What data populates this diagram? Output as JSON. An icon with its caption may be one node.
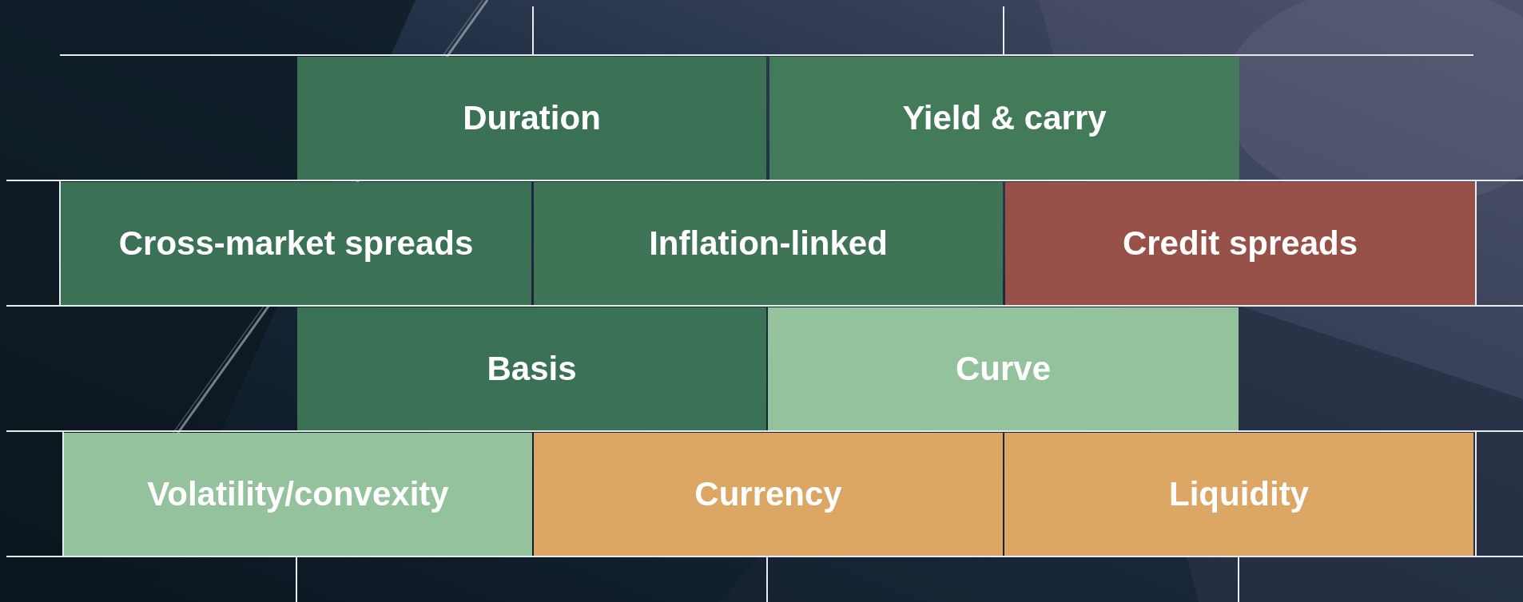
{
  "diagram": {
    "nodes": [
      {
        "text": [
          "Duration"
        ]
      },
      {
        "text": [
          "Yield & carry"
        ]
      },
      {
        "text": [
          "Cross-market spreads"
        ]
      },
      {
        "text": [
          "Inflation-linked"
        ]
      },
      {
        "text": [
          "Credit spreads"
        ]
      },
      {
        "text": [
          "Basis"
        ]
      },
      {
        "text": [
          "Curve"
        ]
      },
      {
        "text": [
          "Volatility/convexity"
        ]
      },
      {
        "text": [
          "Currency"
        ]
      },
      {
        "text": [
          "Liquidity"
        ]
      }
    ]
  }
}
